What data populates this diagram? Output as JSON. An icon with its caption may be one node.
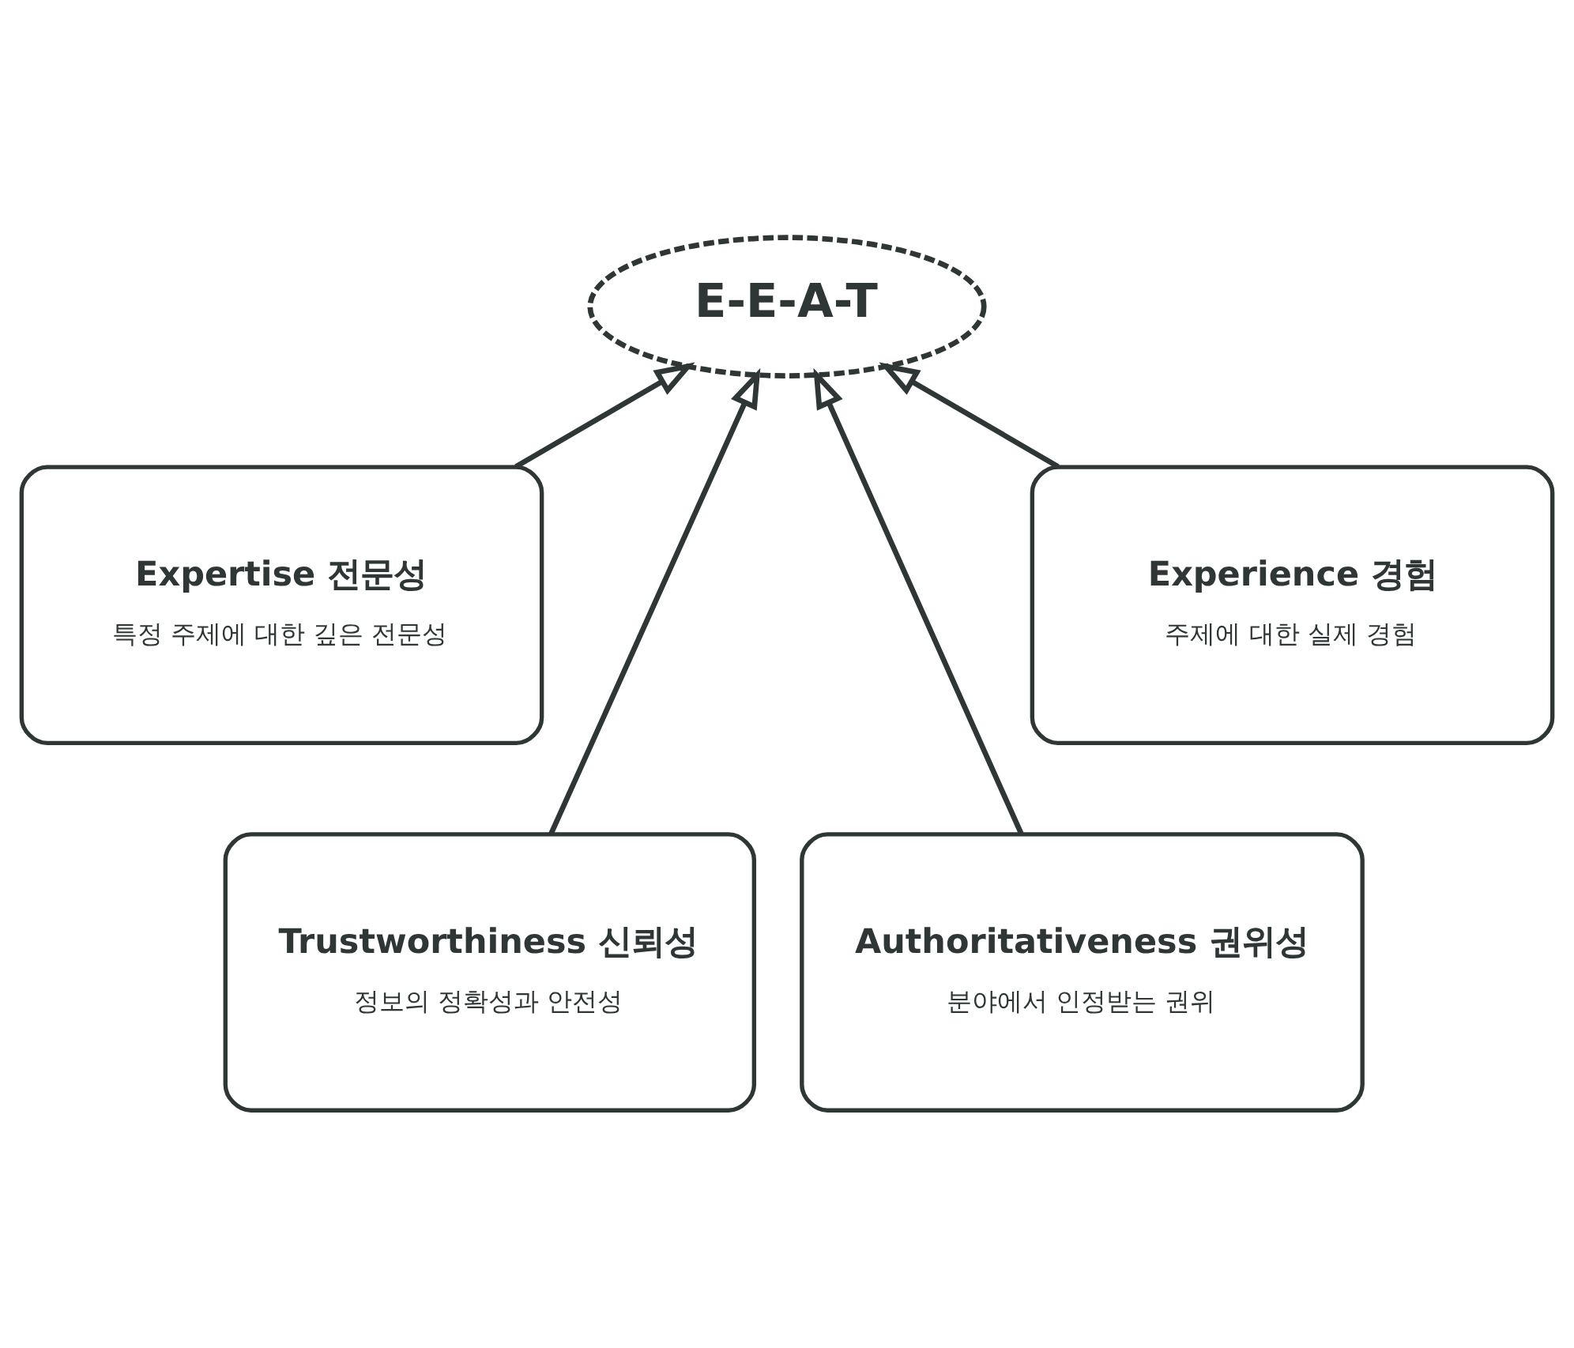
{
  "diagram": {
    "nodes": [
      {
        "text": [
          "E-E-A-T"
        ]
      },
      {
        "text": [
          "Expertise 전문성",
          "특정 주제에 대한 깊은 전문성"
        ]
      },
      {
        "text": [
          "Experience 경험",
          "주제에 대한 실제 경험"
        ]
      },
      {
        "text": [
          "Trustworthiness 신뢰성",
          "정보의 정확성과 안전성"
        ]
      },
      {
        "text": [
          "Authoritativeness 권위성",
          "분야에서 인정받는 권위"
        ]
      }
    ],
    "edges": [
      {
        "from": 1,
        "to": 0,
        "arrow": "to"
      },
      {
        "from": 3,
        "to": 0,
        "arrow": "to"
      },
      {
        "from": 4,
        "to": 0,
        "arrow": "to"
      },
      {
        "from": 2,
        "to": 0,
        "arrow": "to"
      }
    ]
  }
}
